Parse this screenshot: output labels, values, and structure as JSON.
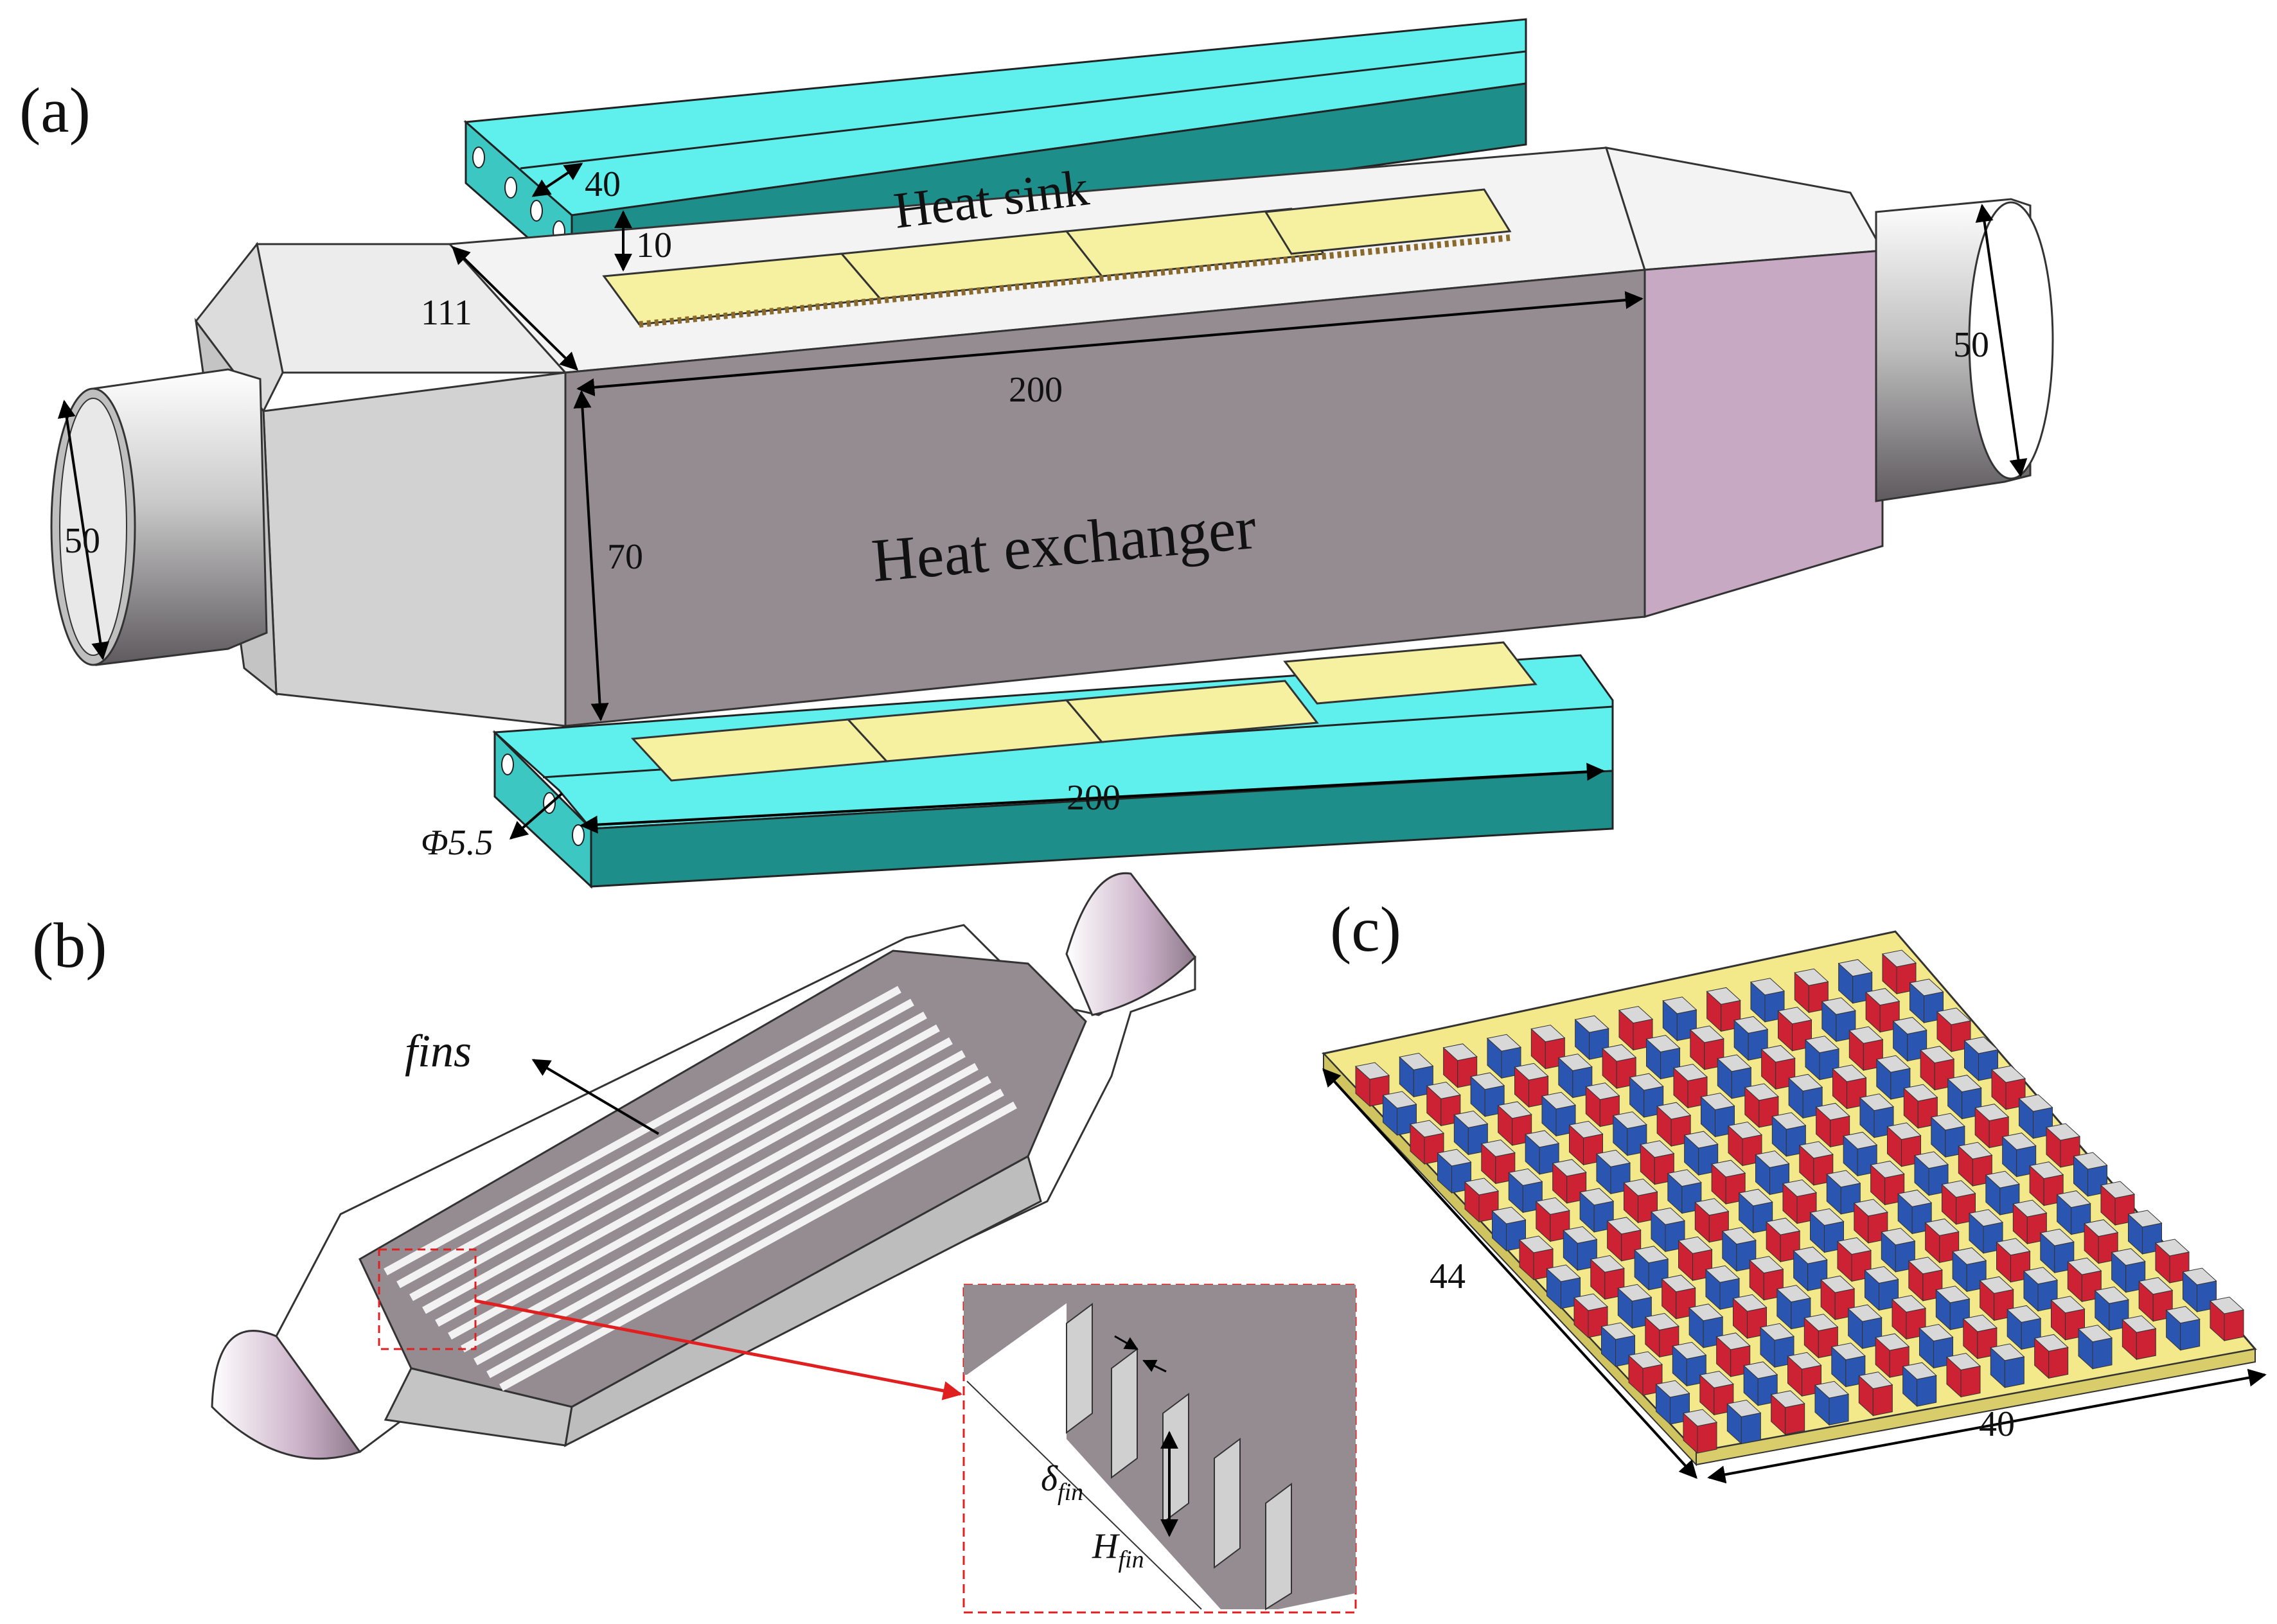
{
  "panels": {
    "a": "(a)",
    "b": "(b)",
    "c": "(c)"
  },
  "labels": {
    "heat_sink": "Heat sink",
    "heat_exchanger": "Heat exchanger",
    "fins": "fins",
    "delta_main": "δ",
    "delta_sub": "fin",
    "h_main": "H",
    "h_sub": "fin"
  },
  "dimensions": {
    "sink_width": "40",
    "sink_height": "10",
    "exchanger_depth": "111",
    "exchanger_length": "200",
    "exchanger_height": "70",
    "inlet_diameter": "50",
    "outlet_diameter": "50",
    "bottom_sink_length": "200",
    "hole_diameter": "Φ5.5",
    "module_length": "44",
    "module_width": "40"
  },
  "colors": {
    "heat_sink_top": "#5ff0ee",
    "heat_sink_front": "#1e8e8a",
    "exchanger_front": "#958c91",
    "exchanger_top": "#f3f3f3",
    "exchanger_side": "#c8a9c4",
    "te_module": "#f6f1a0",
    "p_leg": "#cc2233",
    "n_leg": "#2a55b0",
    "callout": "#e02020"
  }
}
